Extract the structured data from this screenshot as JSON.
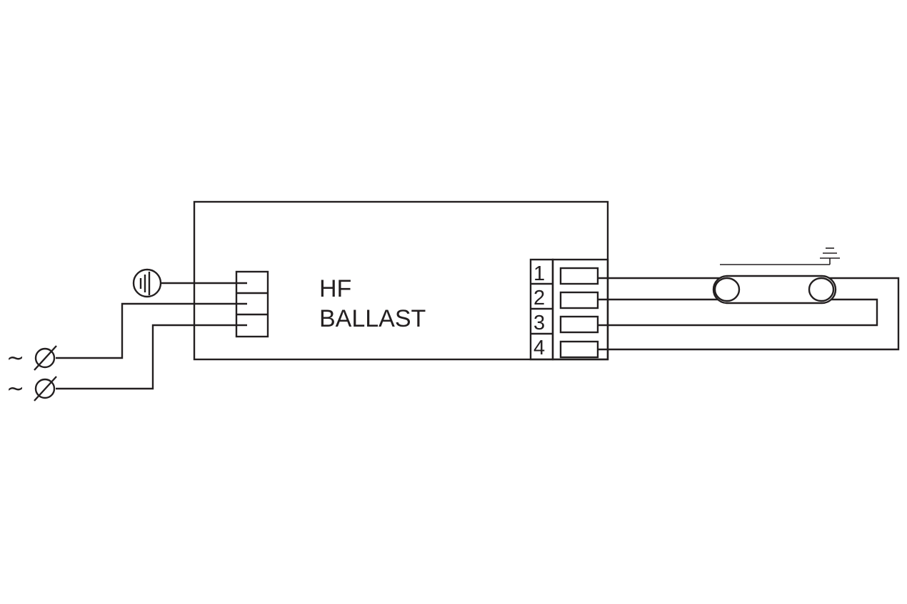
{
  "ballast": {
    "line1": "HF",
    "line2": "BALLAST"
  },
  "terminals": [
    "1",
    "2",
    "3",
    "4"
  ],
  "supply": {
    "line_symbol": "~",
    "neutral_symbol": "~"
  },
  "colors": {
    "line": "#231f20",
    "background": "#ffffff"
  },
  "icons": [
    "earth-ground-icon",
    "ground-icon",
    "terminal-icon",
    "lamp-icon"
  ]
}
